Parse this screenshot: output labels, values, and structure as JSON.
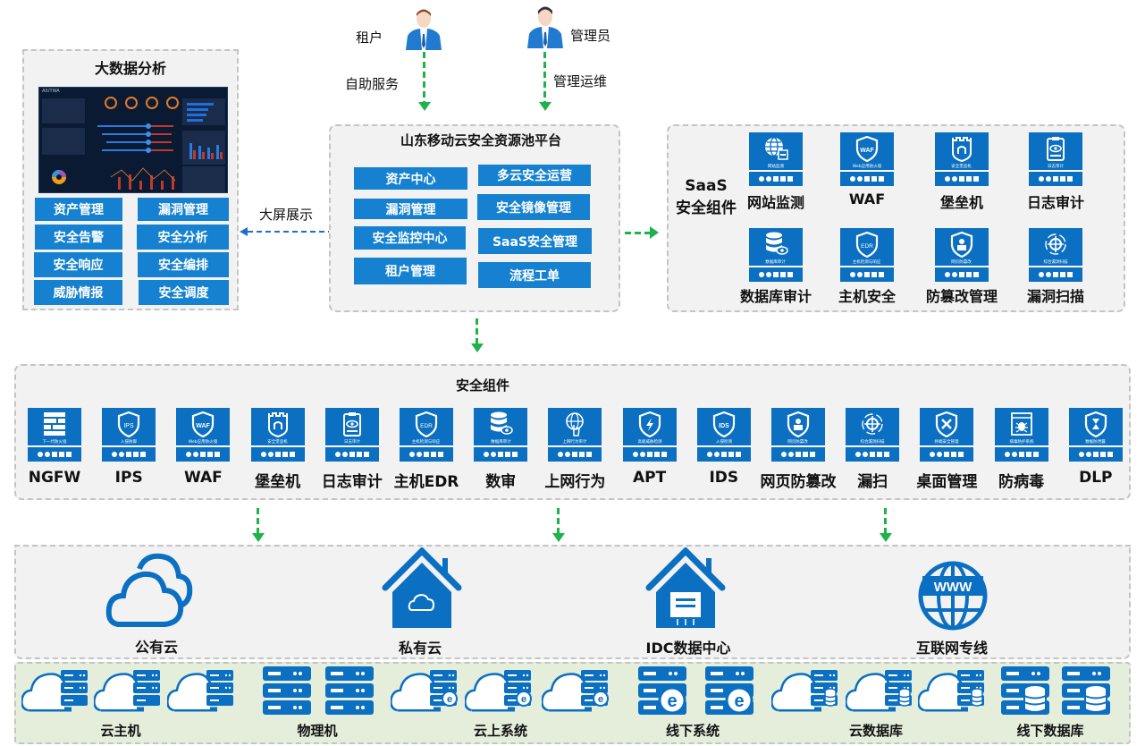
{
  "actors": {
    "tenant": {
      "label": "租户",
      "action": "自助服务"
    },
    "admin": {
      "label": "管理员",
      "action": "管理运维"
    }
  },
  "big_data": {
    "title": "大数据分析",
    "screenshot_brand": "AIUTWA",
    "buttons": [
      "资产管理",
      "漏洞管理",
      "安全告警",
      "安全分析",
      "安全响应",
      "安全编排",
      "威胁情报",
      "安全调度"
    ],
    "display_label": "大屏展示"
  },
  "platform": {
    "title": "山东移动云安全资源池平台",
    "left_buttons": [
      "资产中心",
      "漏洞管理",
      "安全监控中心",
      "租户管理"
    ],
    "right_buttons": [
      "多云安全运营",
      "安全镜像管理",
      "SaaS安全管理",
      "流程工单"
    ]
  },
  "saas": {
    "title_line1": "SaaS",
    "title_line2": "安全组件",
    "items": [
      {
        "name": "网站监测",
        "sub": "网站监测",
        "icon": "globe-monitor-icon"
      },
      {
        "name": "WAF",
        "sub": "Web应用防火墙",
        "icon": "waf-shield-icon"
      },
      {
        "name": "堡垒机",
        "sub": "安全堡垒机",
        "icon": "bastion-tower-icon"
      },
      {
        "name": "日志审计",
        "sub": "日志审计",
        "icon": "clipboard-eye-icon"
      },
      {
        "name": "数据库审计",
        "sub": "数据库审计",
        "icon": "database-eye-icon"
      },
      {
        "name": "主机安全",
        "sub": "主机检测与响应",
        "icon": "edr-shield-icon"
      },
      {
        "name": "防篡改管理",
        "sub": "网页防篡改",
        "icon": "tamper-shield-icon"
      },
      {
        "name": "漏洞扫描",
        "sub": "综合漏洞扫描",
        "icon": "scan-target-icon"
      }
    ]
  },
  "components": {
    "title": "安全组件",
    "items": [
      {
        "name": "NGFW",
        "sub": "下一代防火墙",
        "icon": "firewall-brick-icon"
      },
      {
        "name": "IPS",
        "sub": "入侵防御",
        "icon": "ips-shield-icon"
      },
      {
        "name": "WAF",
        "sub": "Web应用防火墙",
        "icon": "waf-shield-icon"
      },
      {
        "name": "堡垒机",
        "sub": "安全堡垒机",
        "icon": "bastion-tower-icon"
      },
      {
        "name": "日志审计",
        "sub": "日志审计",
        "icon": "clipboard-eye-icon"
      },
      {
        "name": "主机EDR",
        "sub": "主机检测与响应",
        "icon": "edr-shield-icon"
      },
      {
        "name": "数审",
        "sub": "数据库审计",
        "icon": "database-eye-icon"
      },
      {
        "name": "上网行为",
        "sub": "上网行为审计",
        "icon": "globe-hand-icon"
      },
      {
        "name": "APT",
        "sub": "高级威胁检测",
        "icon": "lightning-shield-icon"
      },
      {
        "name": "IDS",
        "sub": "入侵检测",
        "icon": "ids-shield-icon"
      },
      {
        "name": "网页防篡改",
        "sub": "网页防篡改",
        "icon": "tamper-shield-icon"
      },
      {
        "name": "漏扫",
        "sub": "综合漏洞扫描",
        "icon": "scan-target-icon"
      },
      {
        "name": "桌面管理",
        "sub": "终端安全管理",
        "icon": "tools-shield-icon"
      },
      {
        "name": "防病毒",
        "sub": "病毒防护系统",
        "icon": "bug-window-icon"
      },
      {
        "name": "DLP",
        "sub": "数据防泄露",
        "icon": "hourglass-shield-icon"
      }
    ]
  },
  "environments": [
    {
      "name": "公有云",
      "icon": "cloud-icon"
    },
    {
      "name": "私有云",
      "icon": "house-cloud-icon"
    },
    {
      "name": "IDC数据中心",
      "icon": "house-server-icon"
    },
    {
      "name": "互联网专线",
      "icon": "www-globe-icon"
    }
  ],
  "assets": [
    {
      "name": "云主机"
    },
    {
      "name": "物理机"
    },
    {
      "name": "云上系统"
    },
    {
      "name": "线下系统"
    },
    {
      "name": "云数据库"
    },
    {
      "name": "线下数据库"
    }
  ],
  "colors": {
    "tile_blue": "#0b6fc2",
    "button_blue": "#1581d0",
    "arrow_green": "#1db24a",
    "arrow_blue": "#1f6fc6",
    "panel_gray": "#f2f2f2",
    "asset_green": "#e4eedb"
  }
}
